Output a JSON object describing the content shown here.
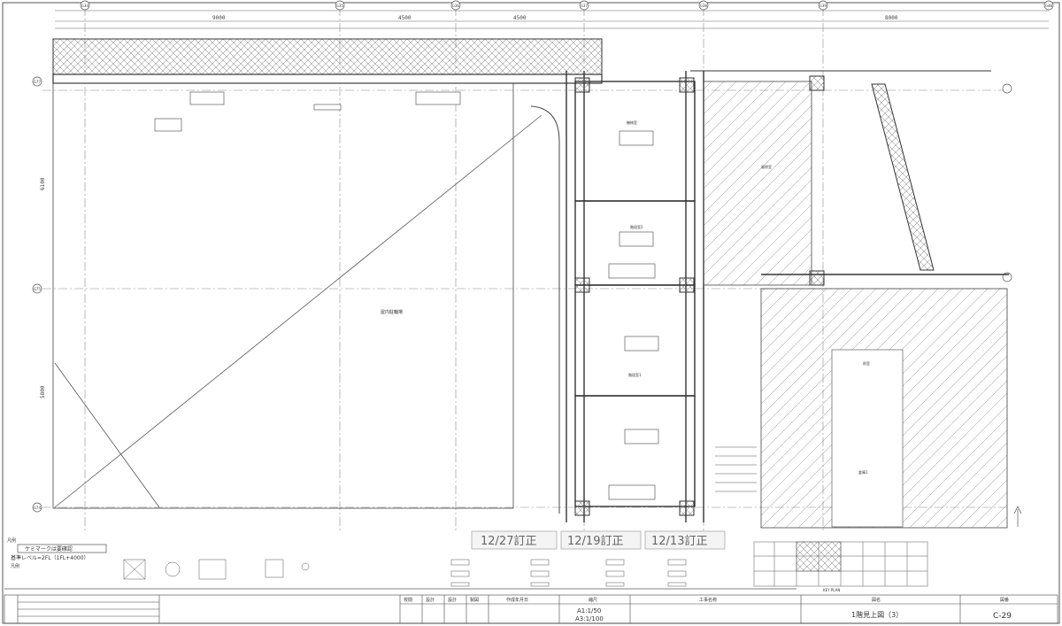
{
  "grid": {
    "cols": [
      "G34",
      "G35",
      "G36",
      "G37",
      "G38",
      "G39",
      "G40"
    ],
    "rows": [
      "G77",
      "G75",
      "G74"
    ]
  },
  "top_dims": [
    "9000",
    "4500",
    "4500",
    "8000"
  ],
  "side_dims": [
    "6100",
    "5800"
  ],
  "room_labels": [
    "屋内駐輪場",
    "機械室",
    "階段室1",
    "階段室2",
    "風除室",
    "前室",
    "倉庫1"
  ],
  "revisions": [
    "12/27訂正",
    "12/19訂正",
    "12/13訂正"
  ],
  "legend": {
    "heading": "凡例",
    "items": [
      "ケミマークは要確認",
      "基準レベル=2FL（1FL+4000）",
      "凡例"
    ]
  },
  "keyplan_label": "KEY PLAN",
  "title_block": {
    "headers": [
      "校閲",
      "設計",
      "設計",
      "製図",
      "作成年月日",
      "縮尺",
      "工事名称",
      "図名",
      "図番"
    ],
    "scale_a1": "A1:1/50",
    "scale_a3": "A3:1/100",
    "drawing_title": "1階見上図（3）",
    "drawing_number": "C-29"
  }
}
